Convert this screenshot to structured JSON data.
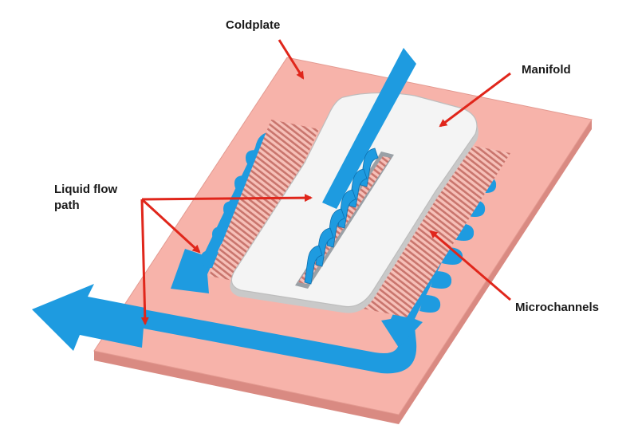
{
  "labels": {
    "coldplate": "Coldplate",
    "manifold": "Manifold",
    "liquid_flow_line1": "Liquid flow",
    "liquid_flow_line2": "path",
    "microchannels": "Microchannels"
  },
  "colors": {
    "coldplate_top": "#f7b3aa",
    "coldplate_side": "#d98a82",
    "manifold": "#f4f4f4",
    "flow": "#1e9be0",
    "fins": "#e48f86",
    "arrow": "#e0261b"
  }
}
